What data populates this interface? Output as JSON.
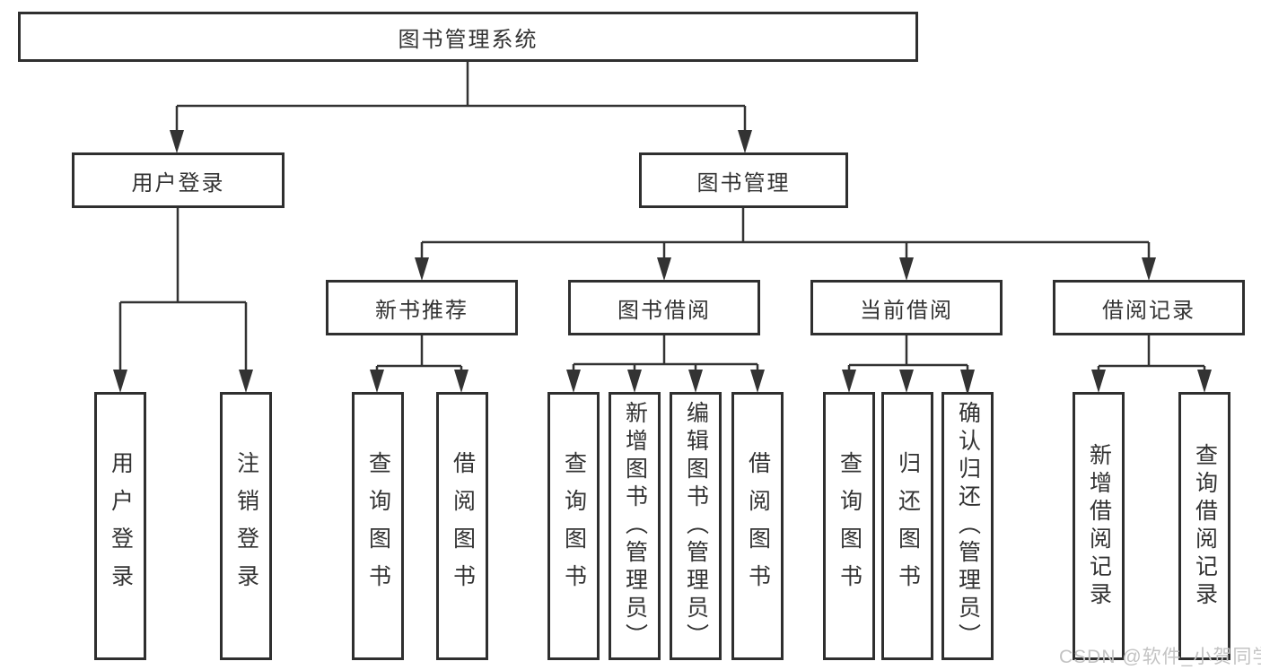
{
  "tree": {
    "root": {
      "label": "图书管理系统"
    },
    "branches": [
      {
        "label": "用户登录",
        "children": [
          {
            "label": "用户登录"
          },
          {
            "label": "注销登录"
          }
        ]
      },
      {
        "label": "图书管理",
        "children": [
          {
            "label": "新书推荐",
            "children": [
              {
                "label": "查询图书"
              },
              {
                "label": "借阅图书"
              }
            ]
          },
          {
            "label": "图书借阅",
            "children": [
              {
                "label": "查询图书"
              },
              {
                "label": "新增图书（管理员）"
              },
              {
                "label": "编辑图书（管理员）"
              },
              {
                "label": "借阅图书"
              }
            ]
          },
          {
            "label": "当前借阅",
            "children": [
              {
                "label": "查询图书"
              },
              {
                "label": "归还图书"
              },
              {
                "label": "确认归还（管理员）"
              }
            ]
          },
          {
            "label": "借阅记录",
            "children": [
              {
                "label": "新增借阅记录"
              },
              {
                "label": "查询借阅记录"
              }
            ]
          }
        ]
      }
    ]
  },
  "watermark": {
    "text": "CSDN @软件_小贺同学"
  },
  "colors": {
    "line": "#333333",
    "box_border": "#2f2f2f",
    "text": "#333333",
    "watermark": "#c3c3c3",
    "background": "#ffffff"
  }
}
